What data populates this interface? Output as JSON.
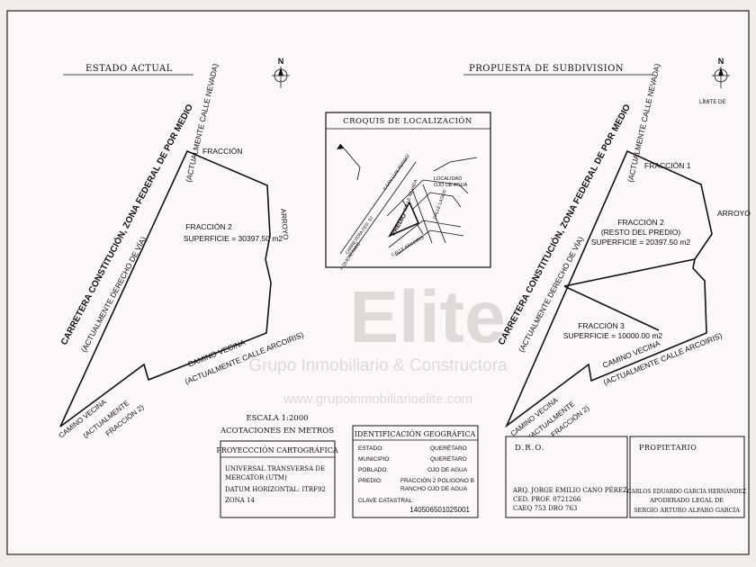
{
  "watermark": {
    "brand": "Elite",
    "company": "Grupo Inmobiliario & Constructora",
    "website": "www.grupoinmobiliarioelite.com"
  },
  "left_panel": {
    "title": "ESTADO ACTUAL",
    "north_label": "N",
    "road_main_1": "CARRETERA CONSTITUCIÓN, ZONA FEDERAL DE POR MEDIO",
    "road_main_2": "(ACTUALMENTE DERECHO DE VÍA)",
    "road_top": "(ACTUALMENTE CALLE NEVADA)",
    "fraccion_top": "FRACCIÓN",
    "arroyo": "ARROYO",
    "fraccion_label": "FRACCIÓN 2",
    "superficie": "SUPERFICIE = 30397.50 m2",
    "camino_vecinal_1": "CAMINO VECINA",
    "camino_vecinal_2": "(ACTUALMENTE CALLE ARCOIRIS)",
    "camino_corner_1": "CAMINO VECINA",
    "camino_corner_2": "(ACTUALMENTE",
    "camino_corner_3": "FRACCIÓN 2)"
  },
  "right_panel": {
    "title": "PROPUESTA DE SUBDIVISION",
    "north_label": "N",
    "limite": "LÍMITE DE",
    "road_main_1": "CARRETERA CONSTITUCIÓN, ZONA FEDERAL DE POR MEDIO",
    "road_main_2": "(ACTUALMENTE DERECHO DE VÍA)",
    "road_top": "(ACTUALMENTE CALLE NEVADA)",
    "fraccion1": "FRACCIÓN 1",
    "arroyo": "ARROYO",
    "fraccion2": "FRACCIÓN 2",
    "resto": "(RESTO DEL PREDIO)",
    "superficie2": "SUPERFICIE = 20397.50 m2",
    "fraccion3": "FRACCIÓN 3",
    "superficie3": "SUPERFICIE = 10000.00 m2",
    "camino_vecinal_1": "CAMINO VECINA",
    "camino_vecinal_2": "(ACTUALMENTE CALLE ARCOIRIS)",
    "camino_corner_1": "CAMINO VECINA",
    "camino_corner_2": "(ACTUALMENTE",
    "camino_corner_3": "FRACCIÓN 2)"
  },
  "croquis": {
    "title": "CROQUIS DE LOCALIZACIÓN",
    "localidad_1": "LOCALIDAD",
    "localidad_2": "OJO DE AGUA",
    "predio": "PREDIO",
    "carretera": "CARRETERA FED. 57",
    "san_luis": "A SAN LUIS POTOSÍ",
    "nevada": "CALLE NEVADA",
    "arcoiris": "CALLE ARCOIRIS",
    "lagos": "CALLE LAGOS",
    "queretaro": "A QUERÉTARO"
  },
  "escala": {
    "line1": "ESCALA 1:2000",
    "line2": "ACOTACIONES EN METROS"
  },
  "proyeccion": {
    "title": "PROYECCCIÓN CARTOGRÁFICA",
    "line1": "UNIVERSAL TRANSVERSA DE",
    "line2": "MERCATOR (UTM)",
    "line3": "DATUM HORIZONTAL: ITRF92",
    "line4": "ZONA 14"
  },
  "identificacion": {
    "title": "IDENTIFICACIÓN GEOGRÁFICA",
    "estado_label": "ESTADO:",
    "estado_value": "QUERÉTARO",
    "municipio_label": "MUNICIPIO:",
    "municipio_value": "QUERÉTARO",
    "poblado_label": "POBLADO:",
    "poblado_value": "OJO DE AGUA",
    "predio_label": "PREDIO:",
    "predio_value_1": "FRACCIÓN 2 POLIGONO B",
    "predio_value_2": "RANCHO OJO DE AGUA",
    "clave_label": "CLAVE CATASTRAL:",
    "clave_value": "140506501025001"
  },
  "dro": {
    "title": "D.R.O.",
    "line1": "ARQ. JORGE EMILIO CANO PÉREZ",
    "line2": "CED. PROF. 0721266",
    "line3": "CAEQ 753 DRO 763"
  },
  "propietario": {
    "title": "PROPIETARIO",
    "line1": "CARLOS EDUARDO GARCÍA HERNÁNDEZ",
    "line2": "APODERADO LEGAL DE",
    "line3": "SERGIO ARTURO ALFARO GARCÍA"
  }
}
